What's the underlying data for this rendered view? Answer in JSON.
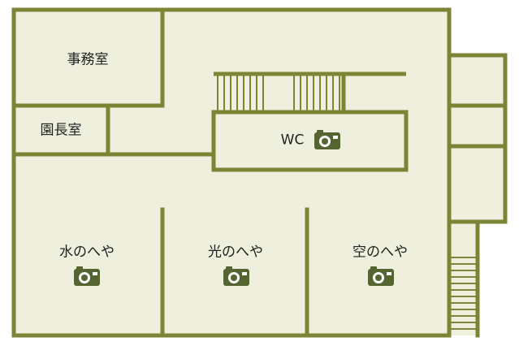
{
  "colors": {
    "wall": "#7c8535",
    "floor": "#eeefdc",
    "camera": "#556530",
    "camera_lens": "#ffffff",
    "label": "#222222"
  },
  "rooms": {
    "office": "事務室",
    "director": "園長室",
    "wc": "WC",
    "water": "水のへや",
    "light": "光のへや",
    "sky": "空のへや"
  },
  "icons": {
    "camera": "camera-icon"
  }
}
